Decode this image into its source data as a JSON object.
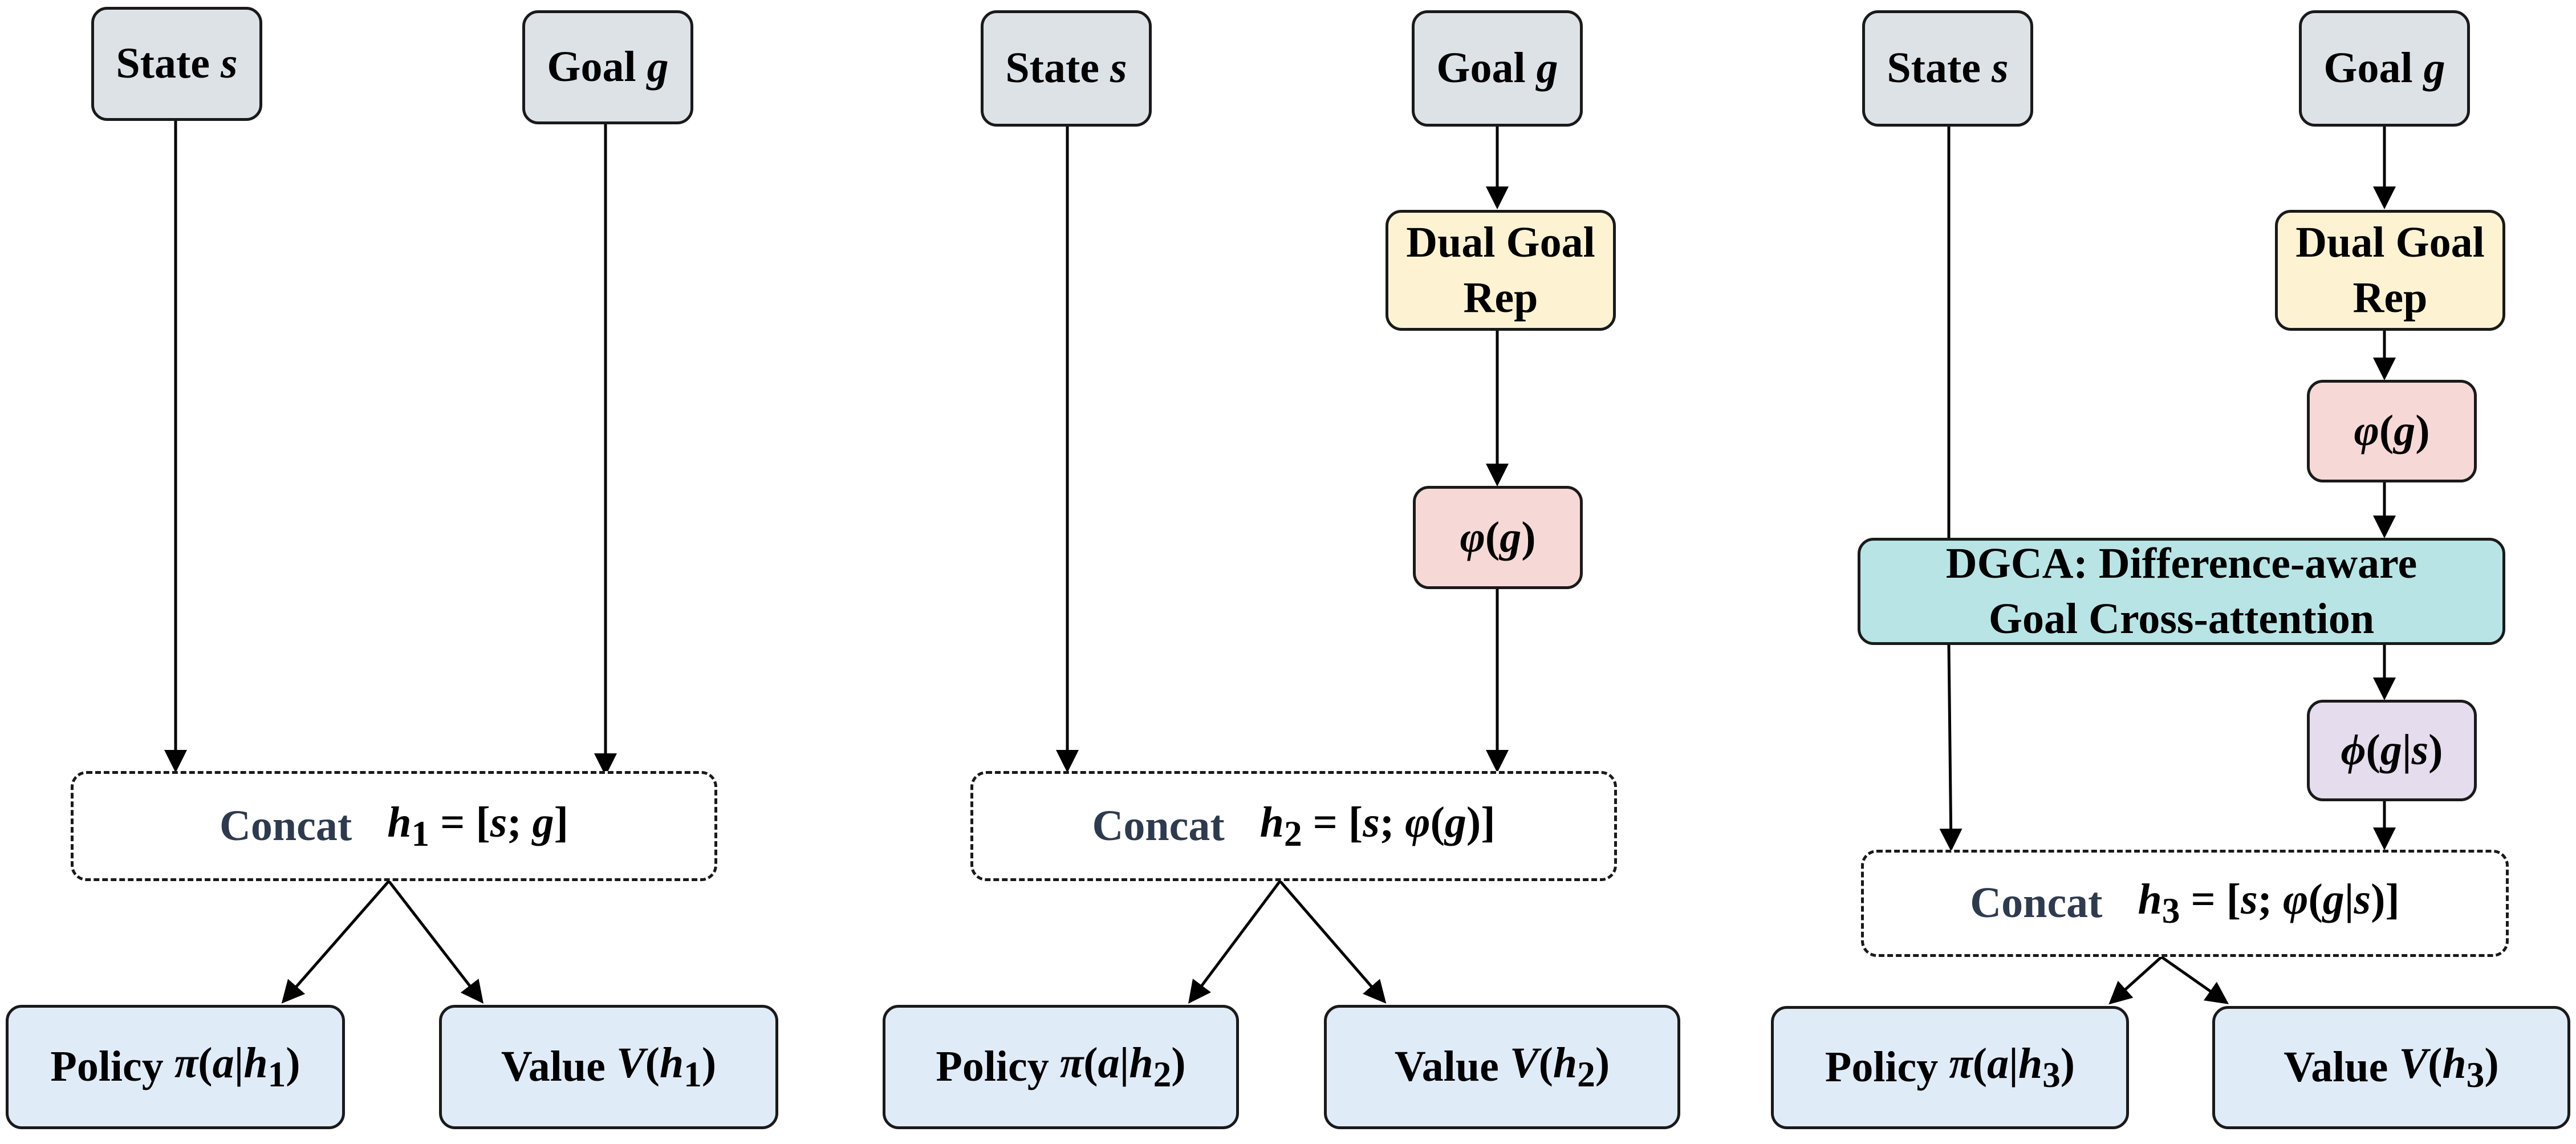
{
  "panels": [
    {
      "state": {
        "label": "State ",
        "var": "s"
      },
      "goal": {
        "label": "Goal ",
        "var": "g"
      },
      "concat": {
        "label": "Concat",
        "formula_html": "<i>h</i><sub>1</sub> = [<i>s</i>; <i>g</i>]"
      },
      "policy": {
        "label": "Policy ",
        "formula_html": "<i>π</i>(<i>a</i>|<i>h</i><sub>1</sub>)"
      },
      "value": {
        "label": "Value ",
        "formula_html": "<i>V</i>(<i>h</i><sub>1</sub>)"
      }
    },
    {
      "state": {
        "label": "State ",
        "var": "s"
      },
      "goal": {
        "label": "Goal ",
        "var": "g"
      },
      "rep": {
        "line1": "Dual Goal",
        "line2": "Rep"
      },
      "phi": {
        "formula_html": "<i>φ</i>(<i>g</i>)"
      },
      "concat": {
        "label": "Concat",
        "formula_html": "<i>h</i><sub>2</sub> = [<i>s</i>; <i>φ</i>(<i>g</i>)]"
      },
      "policy": {
        "label": "Policy ",
        "formula_html": "<i>π</i>(<i>a</i>|<i>h</i><sub>2</sub>)"
      },
      "value": {
        "label": "Value ",
        "formula_html": "<i>V</i>(<i>h</i><sub>2</sub>)"
      }
    },
    {
      "state": {
        "label": "State ",
        "var": "s"
      },
      "goal": {
        "label": "Goal ",
        "var": "g"
      },
      "rep": {
        "line1": "Dual Goal",
        "line2": "Rep"
      },
      "phi": {
        "formula_html": "<i>φ</i>(<i>g</i>)"
      },
      "dgca": {
        "line1": "DGCA: Difference-aware",
        "line2": "Goal Cross-attention"
      },
      "cond": {
        "formula_html": "<i>ϕ</i>(<i>g</i>|<i>s</i>)"
      },
      "concat": {
        "label": "Concat",
        "formula_html": "<i>h</i><sub>3</sub> = [<i>s</i>; <i>φ</i>(<i>g</i>|<i>s</i>)]"
      },
      "policy": {
        "label": "Policy ",
        "formula_html": "<i>π</i>(<i>a</i>|<i>h</i><sub>3</sub>)"
      },
      "value": {
        "label": "Value ",
        "formula_html": "<i>V</i>(<i>h</i><sub>3</sub>)"
      }
    }
  ]
}
